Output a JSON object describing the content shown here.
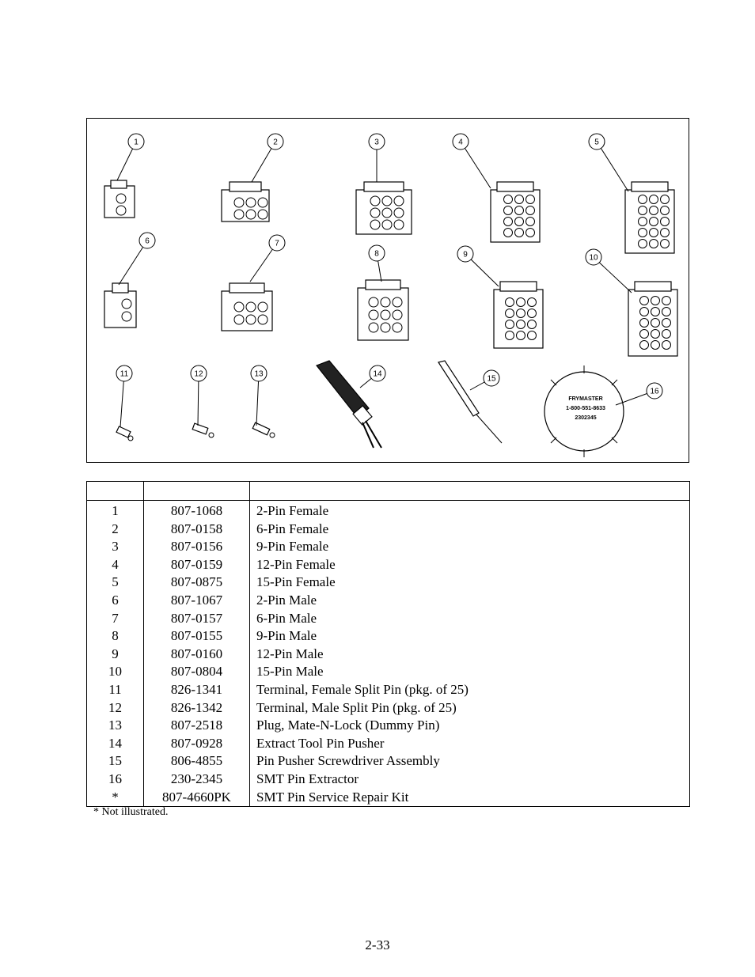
{
  "figure": {
    "callouts": [
      "1",
      "2",
      "3",
      "4",
      "5",
      "6",
      "7",
      "8",
      "9",
      "10",
      "11",
      "12",
      "13",
      "14",
      "15",
      "16"
    ],
    "extractor_label": {
      "brand": "FRYMASTER",
      "phone": "1-800-551-8633",
      "part": "2302345"
    }
  },
  "table": {
    "headers": [
      "",
      "",
      ""
    ],
    "rows": [
      {
        "item": "1",
        "part": "807-1068",
        "desc": "2-Pin Female"
      },
      {
        "item": "2",
        "part": "807-0158",
        "desc": "6-Pin Female"
      },
      {
        "item": "3",
        "part": "807-0156",
        "desc": "9-Pin Female"
      },
      {
        "item": "4",
        "part": "807-0159",
        "desc": "12-Pin Female"
      },
      {
        "item": "5",
        "part": "807-0875",
        "desc": "15-Pin Female"
      },
      {
        "item": "6",
        "part": "807-1067",
        "desc": "2-Pin Male"
      },
      {
        "item": "7",
        "part": "807-0157",
        "desc": "6-Pin Male"
      },
      {
        "item": "8",
        "part": "807-0155",
        "desc": "9-Pin Male"
      },
      {
        "item": "9",
        "part": "807-0160",
        "desc": "12-Pin Male"
      },
      {
        "item": "10",
        "part": "807-0804",
        "desc": "15-Pin Male"
      },
      {
        "item": "11",
        "part": "826-1341",
        "desc": "Terminal, Female Split Pin (pkg. of 25)"
      },
      {
        "item": "12",
        "part": "826-1342",
        "desc": "Terminal, Male Split Pin (pkg. of 25)"
      },
      {
        "item": "13",
        "part": "807-2518",
        "desc": "Plug, Mate-N-Lock (Dummy Pin)"
      },
      {
        "item": "14",
        "part": "807-0928",
        "desc": "Extract Tool Pin Pusher"
      },
      {
        "item": "15",
        "part": "806-4855",
        "desc": "Pin Pusher Screwdriver Assembly"
      },
      {
        "item": "16",
        "part": "230-2345",
        "desc": "SMT Pin Extractor"
      },
      {
        "item": "*",
        "part": "807-4660PK",
        "desc": "SMT Pin Service Repair Kit"
      }
    ]
  },
  "footnote": "* Not illustrated.",
  "page_number": "2-33"
}
